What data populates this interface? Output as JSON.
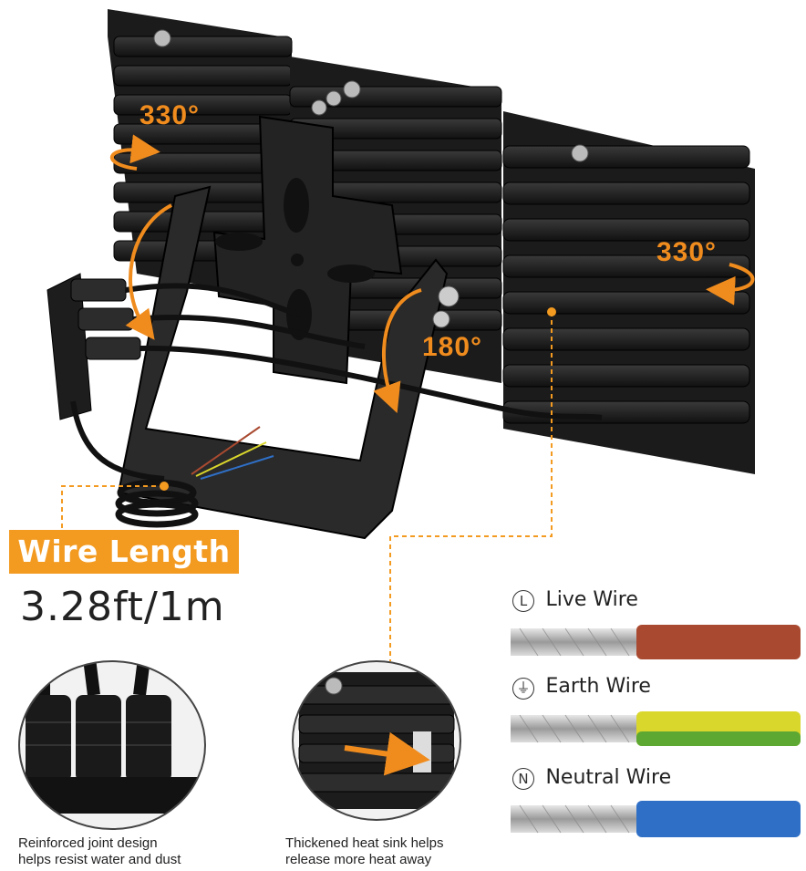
{
  "angles": {
    "top_left": "330°",
    "right": "330°",
    "bracket": "180°"
  },
  "wire_length": {
    "label": "Wire Length",
    "value": "3.28ft/1m"
  },
  "captions": {
    "joint": {
      "line1": "Reinforced joint design",
      "line2": "helps resist water and dust"
    },
    "heatsink": {
      "line1": "Thickened heat sink helps",
      "line2": "release more heat away"
    }
  },
  "wires": [
    {
      "symbol": "L",
      "label": "Live Wire",
      "color": "#a94a30"
    },
    {
      "symbol": "earth-symbol-icon",
      "label": "Earth Wire",
      "color": "#d9d62c",
      "stripe": "#5da832"
    },
    {
      "symbol": "N",
      "label": "Neutral Wire",
      "color": "#2f6fc6"
    }
  ],
  "colors": {
    "accent": "#f08c1e",
    "housing": "#1e1e1e"
  }
}
